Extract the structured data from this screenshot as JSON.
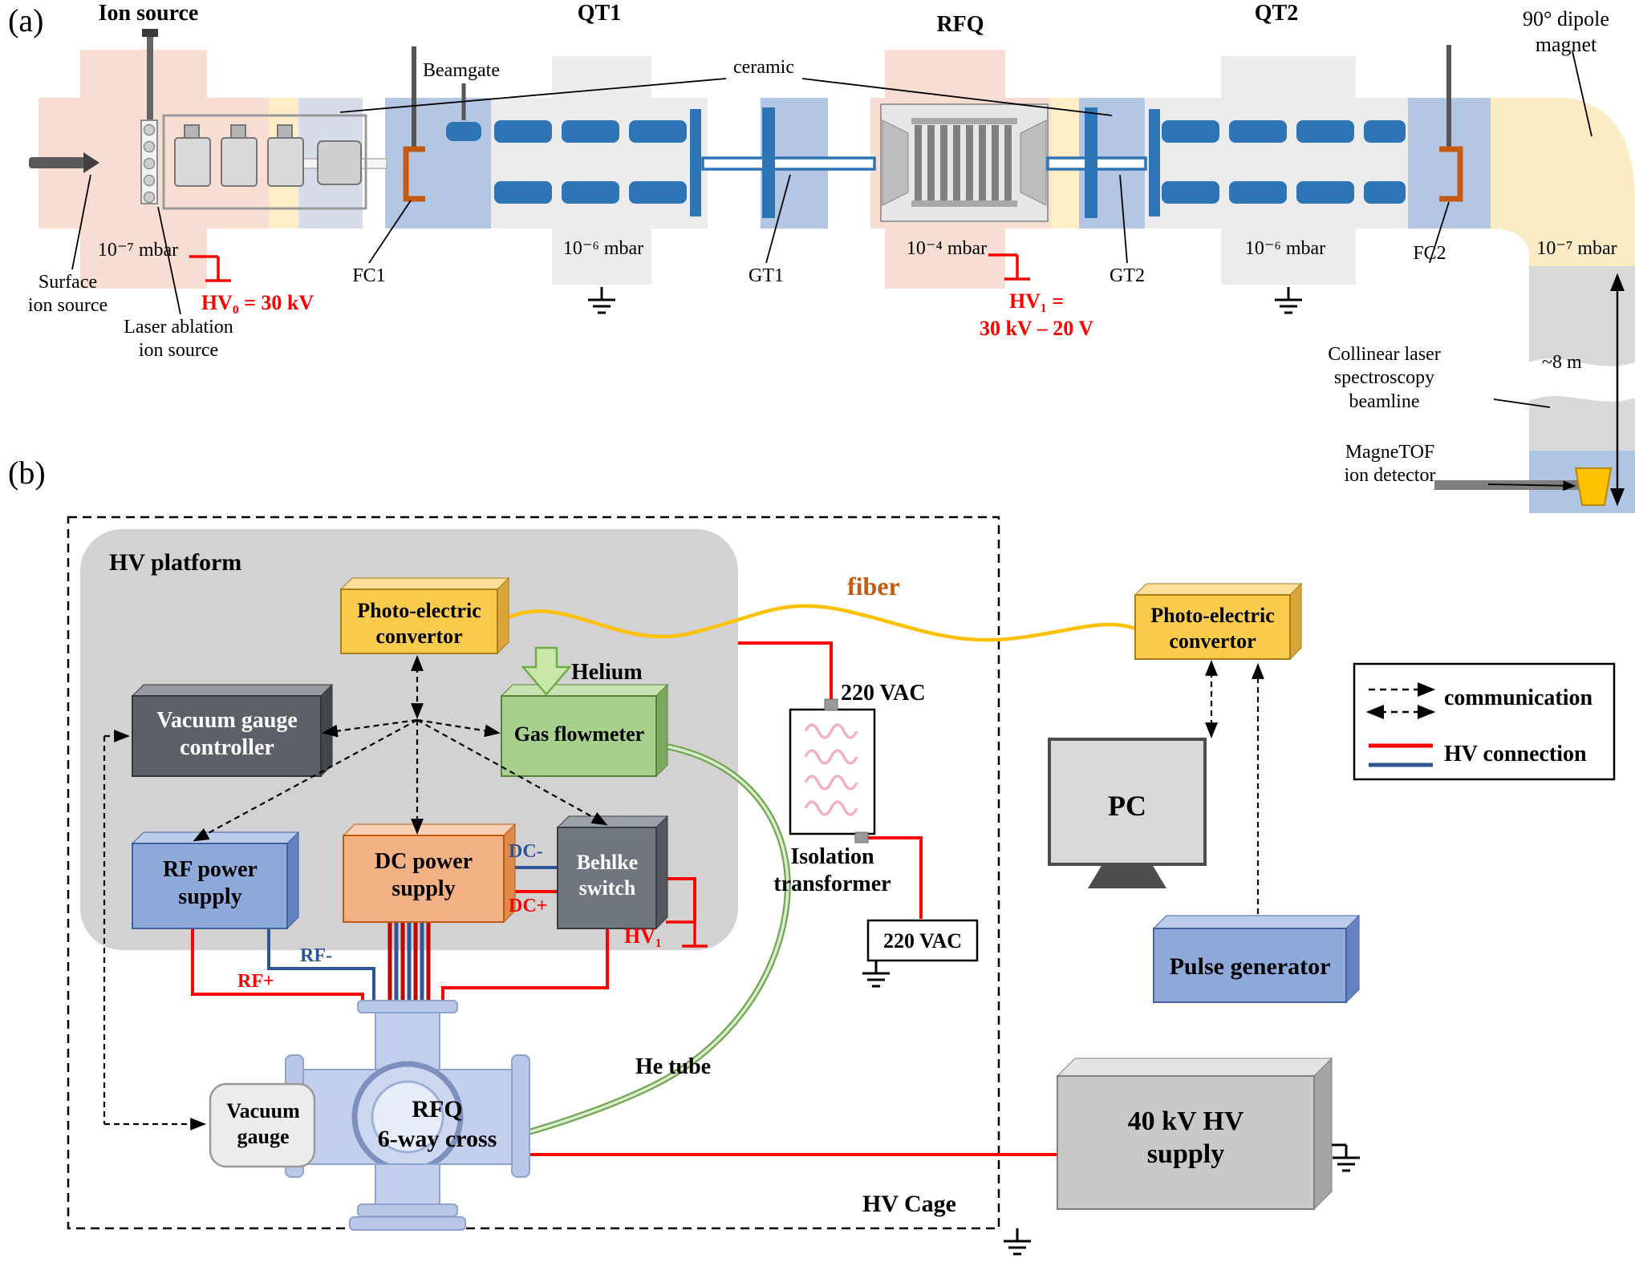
{
  "figure": {
    "panel_a_tag": "(a)",
    "panel_b_tag": "(b)"
  },
  "colors": {
    "hv_red": "#fe0000",
    "hv_blue": "#2f5597",
    "rod_blue": "#2e75b6",
    "fc_orange": "#c55a11",
    "fiber_yellow": "#ffc000",
    "fiber_label_orange": "#c55a11",
    "he_green": "#6fa84f",
    "bg_pink": "#f8ddd2",
    "bg_cream": "#fdeec6",
    "bg_blue": "#b3c6e4",
    "bg_gray": "#ececec",
    "platform_gray": "#d2d2d2"
  },
  "panel_a": {
    "section_titles": {
      "ion_source": "Ion source",
      "qt1": "QT1",
      "rfq": "RFQ",
      "qt2": "QT2"
    },
    "dipole_lines": [
      "90° dipole",
      "magnet"
    ],
    "labels": {
      "beamgate": "Beamgate",
      "ceramic": "ceramic",
      "fc1": "FC1",
      "gt1": "GT1",
      "gt2": "GT2",
      "fc2": "FC2",
      "distance": "~8 m",
      "surface_lines": [
        "Surface",
        "ion source"
      ],
      "laser_lines": [
        "Laser ablation",
        "ion source"
      ],
      "collinear_lines": [
        "Collinear laser",
        "spectroscopy",
        "beamline"
      ],
      "magnetof_lines": [
        "MagneTOF",
        "ion detector"
      ]
    },
    "pressures": {
      "ion_source": "10⁻⁷ mbar",
      "qt1": "10⁻⁶ mbar",
      "rfq": "10⁻⁴ mbar",
      "qt2": "10⁻⁶ mbar",
      "dipole": "10⁻⁷ mbar"
    },
    "hv": {
      "hv0": "HV₀ = 30 kV",
      "hv1_lines": [
        "HV₁ =",
        "30 kV – 20 V"
      ]
    }
  },
  "panel_b": {
    "platform_label": "HV platform",
    "cage_label": "HV Cage",
    "boxes": {
      "pec_lines": [
        "Photo-electric",
        "convertor"
      ],
      "vgc_lines": [
        "Vacuum gauge",
        "controller"
      ],
      "gas_flowmeter": "Gas flowmeter",
      "rf_lines": [
        "RF power",
        "supply"
      ],
      "dc_lines": [
        "DC power",
        "supply"
      ],
      "behlke_lines": [
        "Behlke",
        "switch"
      ],
      "pulse_generator": "Pulse generator",
      "hv_supply_lines": [
        "40 kV HV",
        "supply"
      ],
      "pc": "PC",
      "vacuum_gauge_lines": [
        "Vacuum",
        "gauge"
      ],
      "rfq_cross_lines": [
        "RFQ",
        "6-way cross"
      ],
      "transformer_lines": [
        "Isolation",
        "transformer"
      ],
      "vac_box": "220 VAC"
    },
    "wire_labels": {
      "fiber": "fiber",
      "helium": "Helium",
      "he_tube": "He tube",
      "vac_feed": "220 VAC",
      "hv1": "HV₁",
      "dc_minus": "DC-",
      "dc_plus": "DC+",
      "rf_minus": "RF-",
      "rf_plus": "RF+"
    },
    "legend": {
      "communication": "communication",
      "hv_connection": "HV connection"
    }
  }
}
